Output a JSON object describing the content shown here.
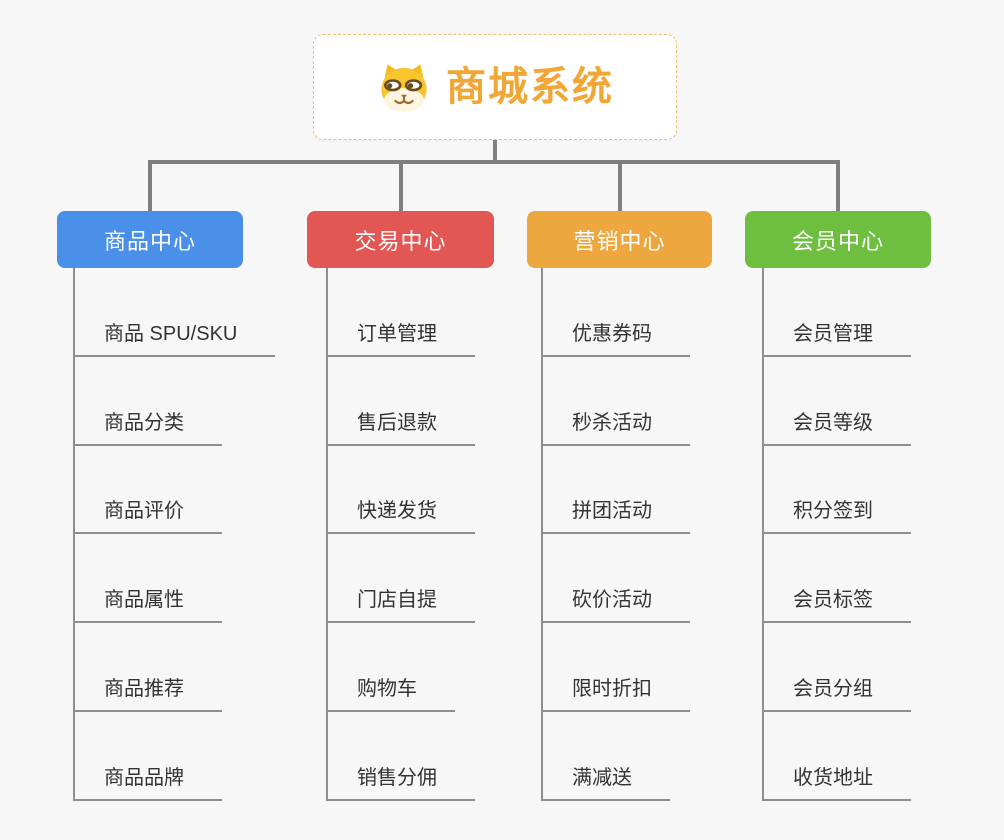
{
  "root": {
    "title": "商城系统",
    "icon": "shiba-dog-icon"
  },
  "branches": [
    {
      "id": "product-center",
      "label": "商品中心",
      "color": "#4a8fe8",
      "items": [
        "商品 SPU/SKU",
        "商品分类",
        "商品评价",
        "商品属性",
        "商品推荐",
        "商品品牌"
      ]
    },
    {
      "id": "trade-center",
      "label": "交易中心",
      "color": "#e25754",
      "items": [
        "订单管理",
        "售后退款",
        "快递发货",
        "门店自提",
        "购物车",
        "销售分佣"
      ]
    },
    {
      "id": "marketing-center",
      "label": "营销中心",
      "color": "#eea73e",
      "items": [
        "优惠券码",
        "秒杀活动",
        "拼团活动",
        "砍价活动",
        "限时折扣",
        "满减送"
      ]
    },
    {
      "id": "member-center",
      "label": "会员中心",
      "color": "#6ebf40",
      "items": [
        "会员管理",
        "会员等级",
        "积分签到",
        "会员标签",
        "会员分组",
        "收货地址"
      ]
    }
  ],
  "colors": {
    "background": "#f7f7f7",
    "root_title": "#f2a636",
    "root_border": "#f2bd6b",
    "connector": "#7f7f7f",
    "leaf_line": "#8e8e8e",
    "leaf_text": "#333333",
    "branch_product": "#4a8fe8",
    "branch_trade": "#e25754",
    "branch_marketing": "#eea73e",
    "branch_member": "#6ebf40"
  }
}
